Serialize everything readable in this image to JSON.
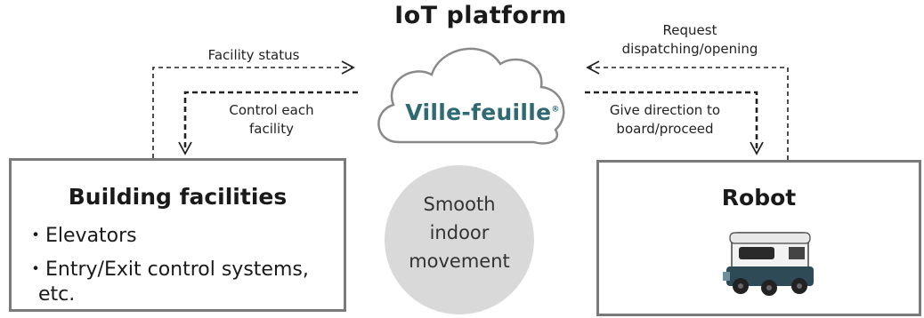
{
  "title": "IoT platform",
  "brand": "Ville-feuille",
  "arrows": {
    "facility_status": "Facility status",
    "control_each": [
      "Control each",
      "facility"
    ],
    "request": [
      "Request",
      "dispatching/opening"
    ],
    "give_direction": [
      "Give direction to",
      "board/proceed"
    ]
  },
  "building": {
    "title": "Building facilities",
    "items": [
      "・Elevators",
      "・Entry/Exit control systems,",
      "  etc."
    ]
  },
  "center": [
    "Smooth",
    "indoor",
    "movement"
  ],
  "robot": {
    "title": "Robot"
  }
}
